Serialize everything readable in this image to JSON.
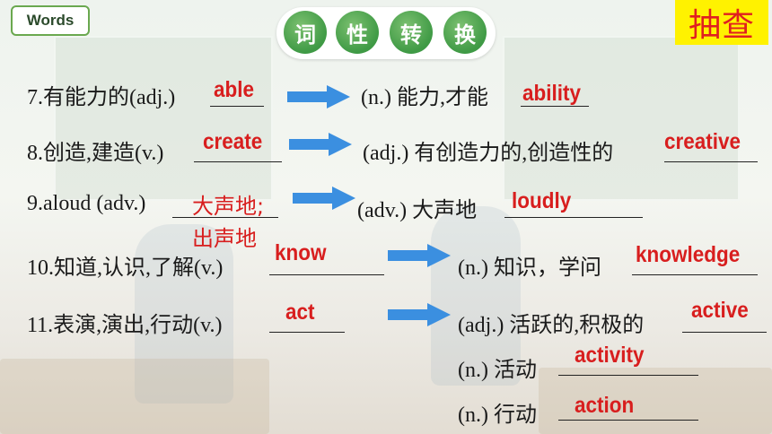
{
  "header": {
    "tag": "Words",
    "title_chars": [
      "词",
      "性",
      "转",
      "换"
    ],
    "badge": "抽查"
  },
  "rows": [
    {
      "left_label": "7.有能力的(adj.)",
      "left_answer": "able",
      "right_label": "(n.) 能力,才能",
      "right_answer": "ability"
    },
    {
      "left_label": "8.创造,建造(v.)",
      "left_answer": "create",
      "right_label": "(adj.) 有创造力的,创造性的",
      "right_answer": "creative"
    },
    {
      "left_label": "9.aloud (adv.)",
      "left_answer_line1": "大声地;",
      "left_answer_line2": "出声地",
      "right_label": "(adv.) 大声地",
      "right_answer": "loudly"
    },
    {
      "left_label": "10.知道,认识,了解(v.)",
      "left_answer": "know",
      "right_label": "(n.) 知识，学问",
      "right_answer": "knowledge"
    },
    {
      "left_label": "11.表演,演出,行动(v.)",
      "left_answer": "act",
      "right_items": [
        {
          "label": "(adj.) 活跃的,积极的",
          "answer": "active"
        },
        {
          "label": "(n.) 活动",
          "answer": "activity"
        },
        {
          "label": "(n.) 行动",
          "answer": "action"
        }
      ]
    }
  ],
  "colors": {
    "answer": "#d81e1e",
    "arrow": "#3b8fe0",
    "badge_bg": "#fff200",
    "title_circle": "#3f9a45"
  }
}
